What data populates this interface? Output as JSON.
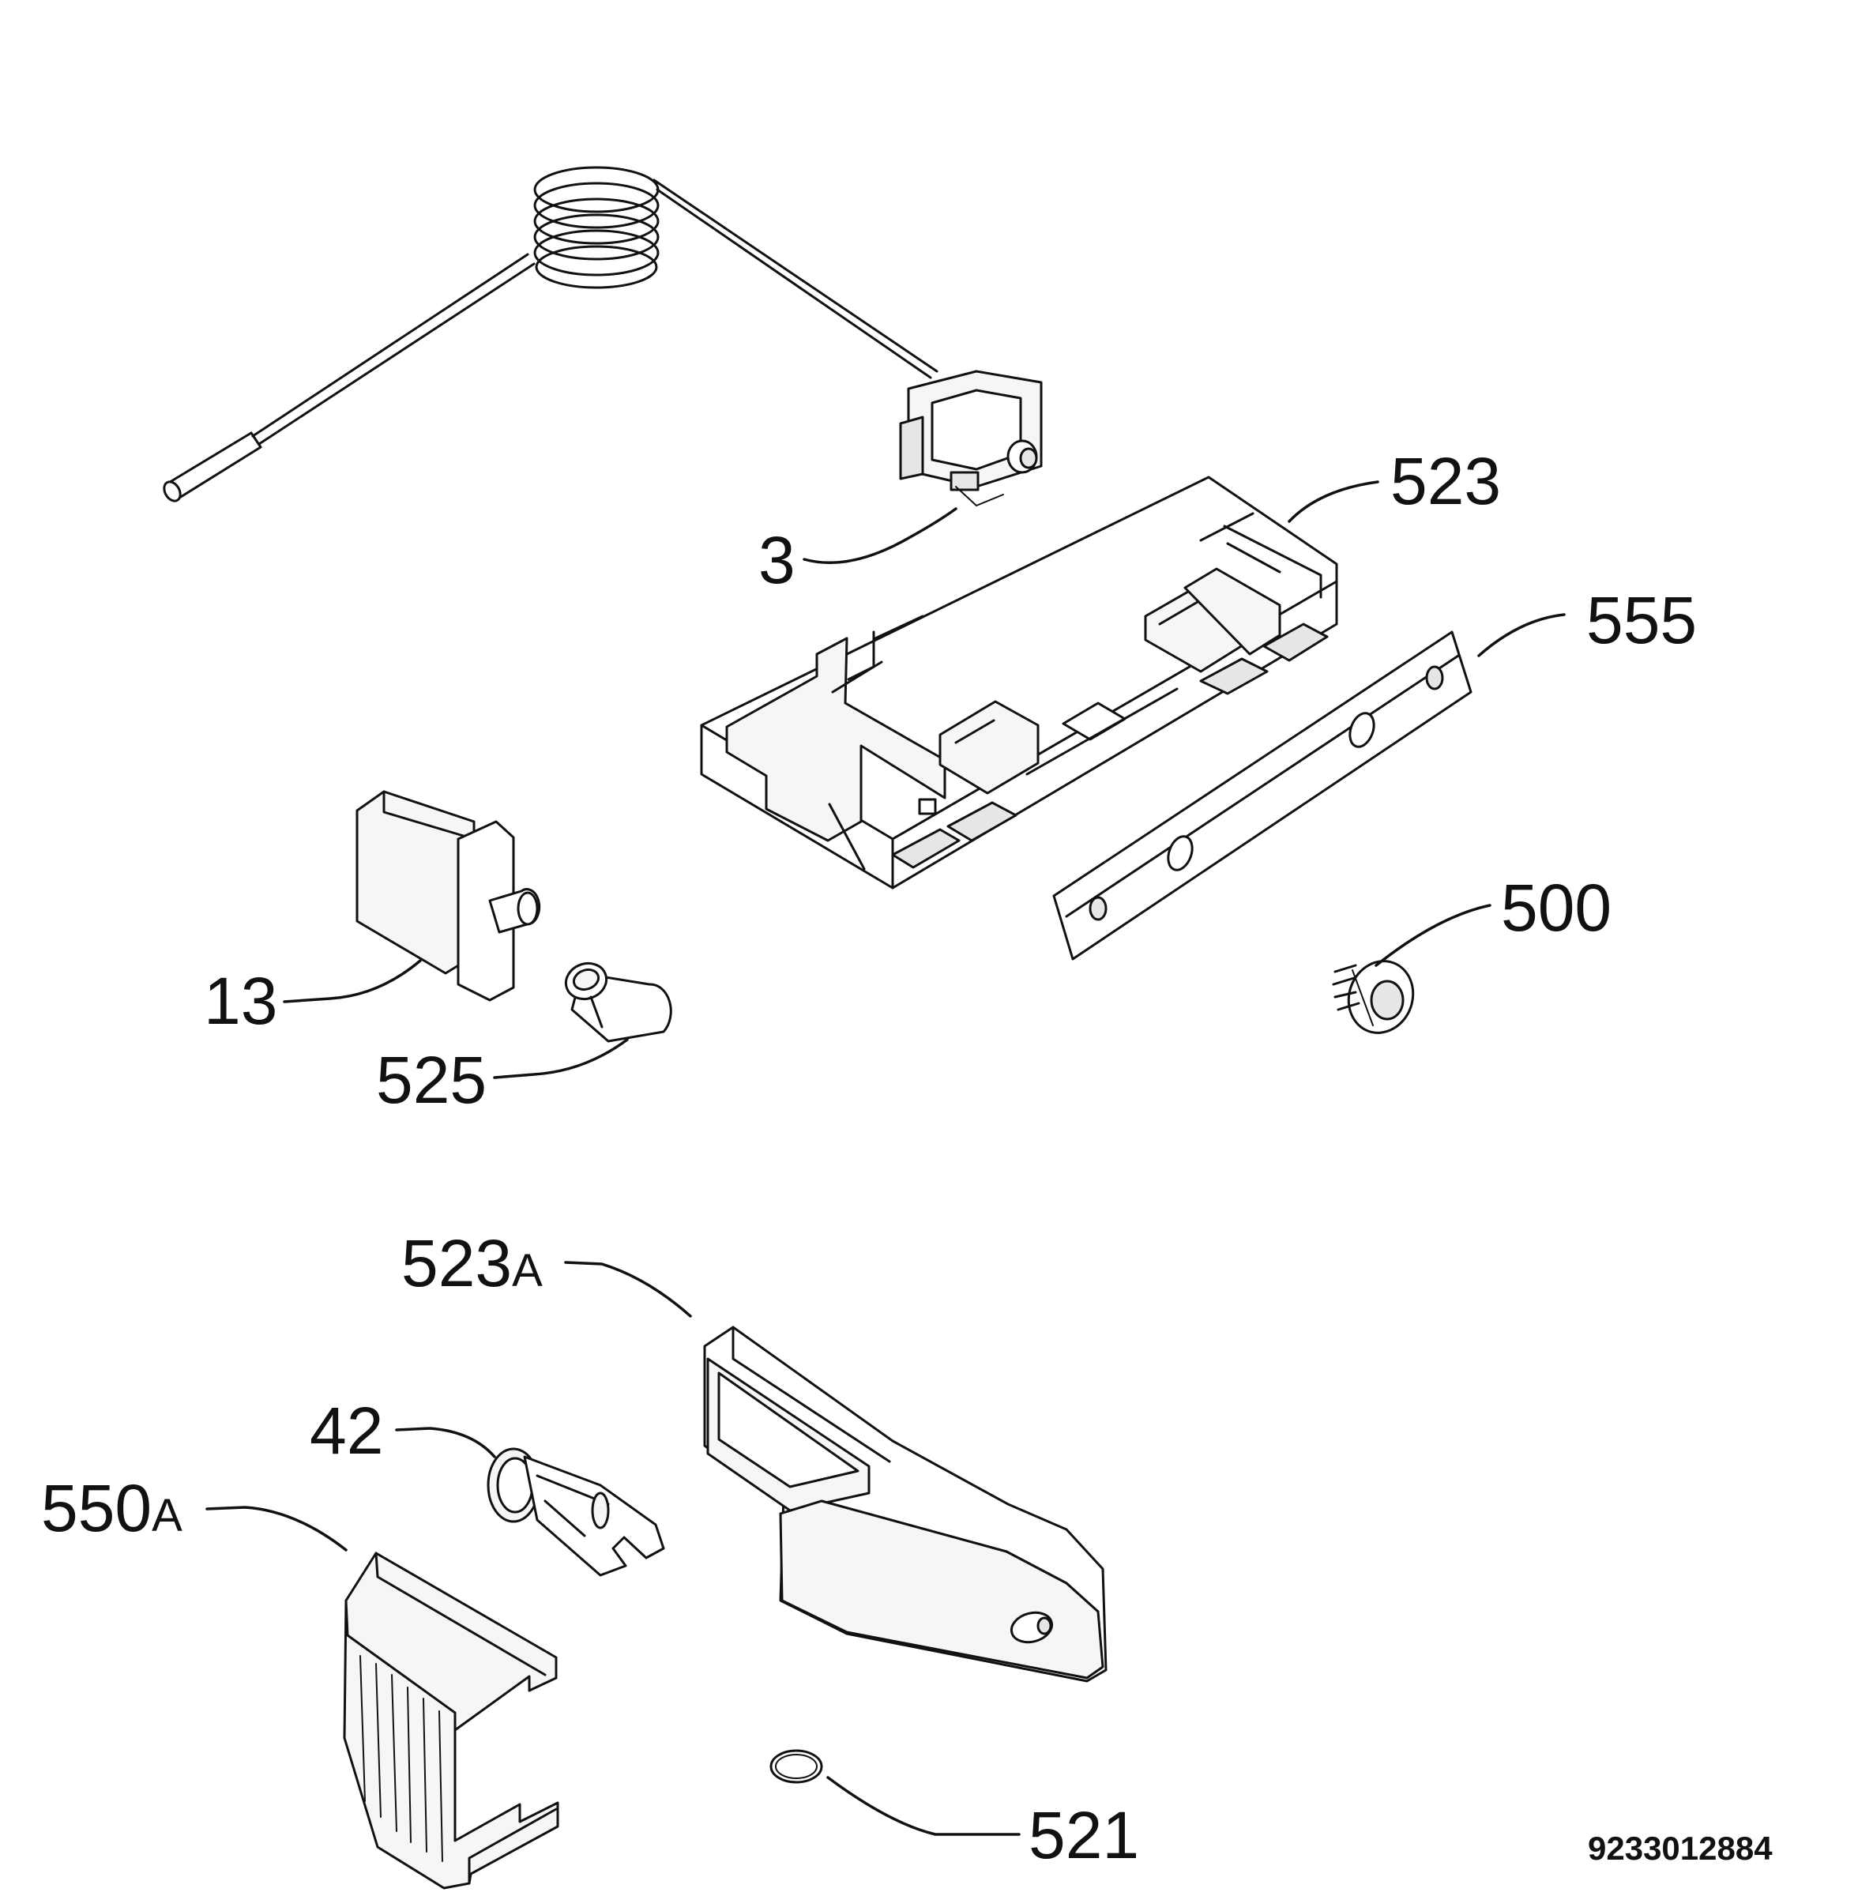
{
  "diagram": {
    "reference_number": "9233012884",
    "callouts": [
      {
        "id": "3",
        "label": "3",
        "suffix": ""
      },
      {
        "id": "523",
        "label": "523",
        "suffix": ""
      },
      {
        "id": "555",
        "label": "555",
        "suffix": ""
      },
      {
        "id": "500",
        "label": "500",
        "suffix": ""
      },
      {
        "id": "13",
        "label": "13",
        "suffix": ""
      },
      {
        "id": "525",
        "label": "525",
        "suffix": ""
      },
      {
        "id": "523A",
        "label": "523",
        "suffix": "A"
      },
      {
        "id": "42",
        "label": "42",
        "suffix": ""
      },
      {
        "id": "550A",
        "label": "550",
        "suffix": "A"
      },
      {
        "id": "521",
        "label": "521",
        "suffix": ""
      }
    ]
  }
}
